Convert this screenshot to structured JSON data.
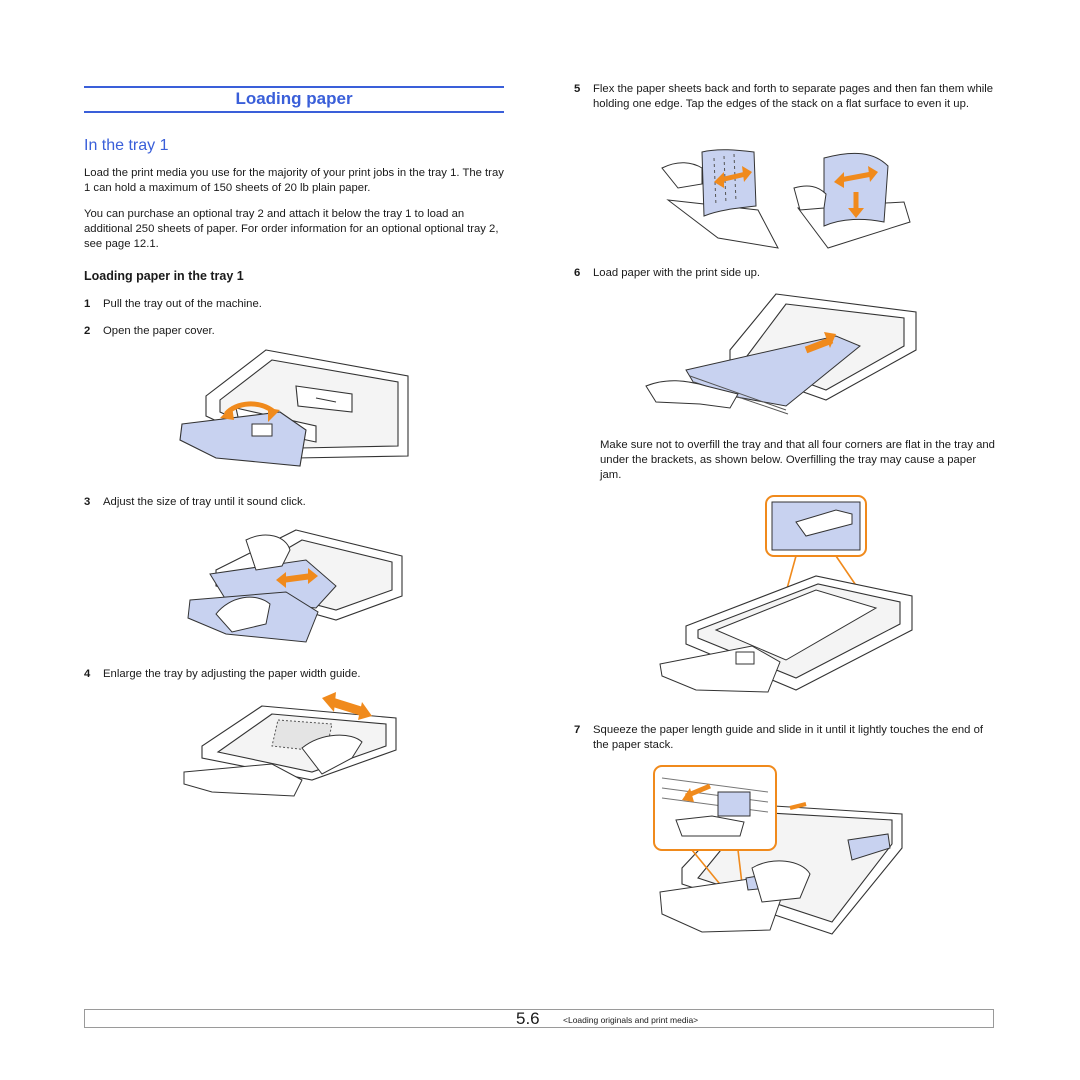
{
  "header": {
    "title": "Loading paper",
    "subtitle": "In the tray 1"
  },
  "intro": {
    "p1": "Load the print media you use for the majority of your print jobs in the tray 1. The tray 1 can hold a maximum of 150 sheets of 20 lb plain paper.",
    "p2": "You can purchase an optional tray 2 and attach it below the tray 1 to load an additional 250 sheets of paper. For order information for an optional optional tray 2, see page 12.1."
  },
  "section": {
    "heading": "Loading paper in the tray 1"
  },
  "steps": [
    {
      "num": "1",
      "text": "Pull the tray out of the machine."
    },
    {
      "num": "2",
      "text": "Open the paper cover."
    },
    {
      "num": "3",
      "text": "Adjust the size of tray until it sound click."
    },
    {
      "num": "4",
      "text": "Enlarge the tray by adjusting the paper width guide."
    },
    {
      "num": "5",
      "text": "Flex the paper sheets back and forth to separate pages and then fan them while holding one edge. Tap the edges of the stack on a flat surface to even it up."
    },
    {
      "num": "6",
      "text": "Load paper with the print side up."
    },
    {
      "num": "7",
      "text": "Squeeze the paper length guide and slide in it until it lightly touches the end of the paper stack."
    }
  ],
  "note": "Make sure not to overfill the tray and that all four corners are flat in the tray and under the brackets, as shown below. Overfilling the tray may cause a paper jam.",
  "footer": {
    "page_number": "5.6",
    "chapter": "<Loading originals and print media>"
  },
  "colors": {
    "accent": "#3a5fd9",
    "callout": "#f08a1c",
    "highlight": "#c8d2f0"
  },
  "icons": {
    "fig_open_cover": "tray-open-cover-illustration",
    "fig_adjust_size": "tray-adjust-size-illustration",
    "fig_width_guide": "tray-width-guide-illustration",
    "fig_fan_paper": "fan-paper-illustration",
    "fig_load_paper": "load-paper-illustration",
    "fig_check_fill": "tray-fill-check-illustration",
    "fig_length_guide": "length-guide-illustration"
  }
}
